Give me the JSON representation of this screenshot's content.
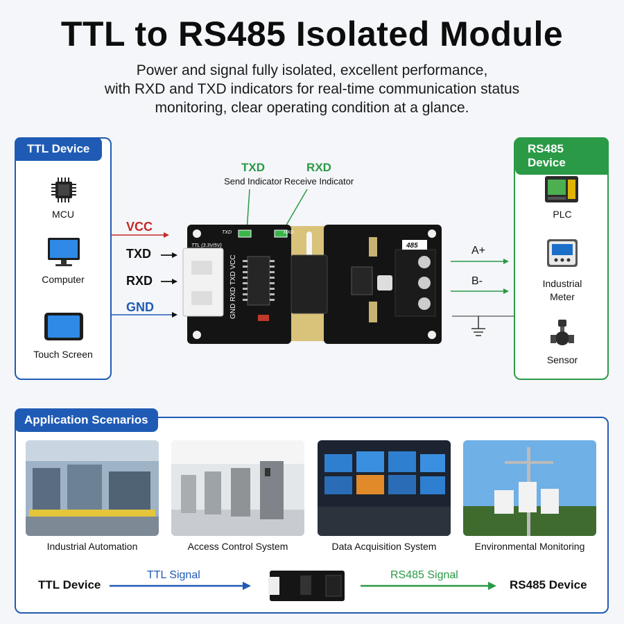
{
  "header": {
    "title": "TTL to RS485 Isolated Module",
    "subtitle_lines": [
      "Power and signal fully isolated, excellent performance,",
      "with RXD and TXD indicators for real-time communication status",
      "monitoring, clear operating condition at a glance."
    ]
  },
  "ttl_panel": {
    "title": "TTL Device",
    "items": [
      {
        "label": "MCU",
        "icon": "chip-icon"
      },
      {
        "label": "Computer",
        "icon": "monitor-icon"
      },
      {
        "label": "Touch Screen",
        "icon": "tablet-icon"
      }
    ]
  },
  "rs485_panel": {
    "title": "RS485 Device",
    "items": [
      {
        "label": "PLC",
        "icon": "plc-icon"
      },
      {
        "label": "Industrial\nMeter",
        "label_l1": "Industrial",
        "label_l2": "Meter",
        "icon": "meter-icon"
      },
      {
        "label": "Sensor",
        "icon": "sensor-icon"
      }
    ]
  },
  "indicators": {
    "txd": {
      "title": "TXD",
      "caption": "Send Indicator"
    },
    "rxd": {
      "title": "RXD",
      "caption": "Receive Indicator"
    }
  },
  "ttl_pins": [
    "VCC",
    "TXD",
    "RXD",
    "GND"
  ],
  "rs485_pins": [
    "A+",
    "B-"
  ],
  "board": {
    "silk_txd": "TXD",
    "silk_rxd": "RXD",
    "silk_ttl": "TTL (3.3V/5V)",
    "silk_pins": "GND RXD TXD VCC",
    "silk_485": "485"
  },
  "colors": {
    "blue": "#1f5bb5",
    "green": "#2a9a46",
    "red": "#c62828"
  },
  "scenarios": {
    "title": "Application Scenarios",
    "items": [
      "Industrial Automation",
      "Access Control System",
      "Data Acquisition System",
      "Environmental Monitoring"
    ]
  },
  "flow": {
    "left": "TTL Device",
    "ttl_signal": "TTL Signal",
    "rs485_signal": "RS485 Signal",
    "right": "RS485 Device"
  }
}
